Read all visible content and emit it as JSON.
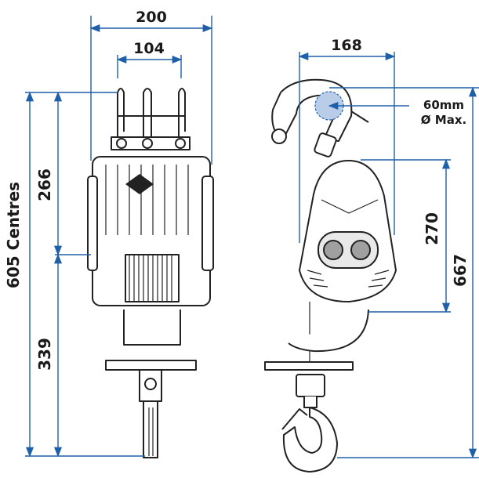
{
  "dimensions": {
    "width_overall": "200",
    "width_hanger": "104",
    "height_centres": "605 Centres",
    "height_upper": "266",
    "height_lower": "339",
    "width_side": "168",
    "hook_opening_1": "60mm",
    "hook_opening_2": "Ø Max.",
    "height_body": "270",
    "height_overall": "667"
  },
  "colors": {
    "dimension_line": "#1f5fa8",
    "outline": "#222222",
    "circle_fill": "#b9cde8"
  }
}
